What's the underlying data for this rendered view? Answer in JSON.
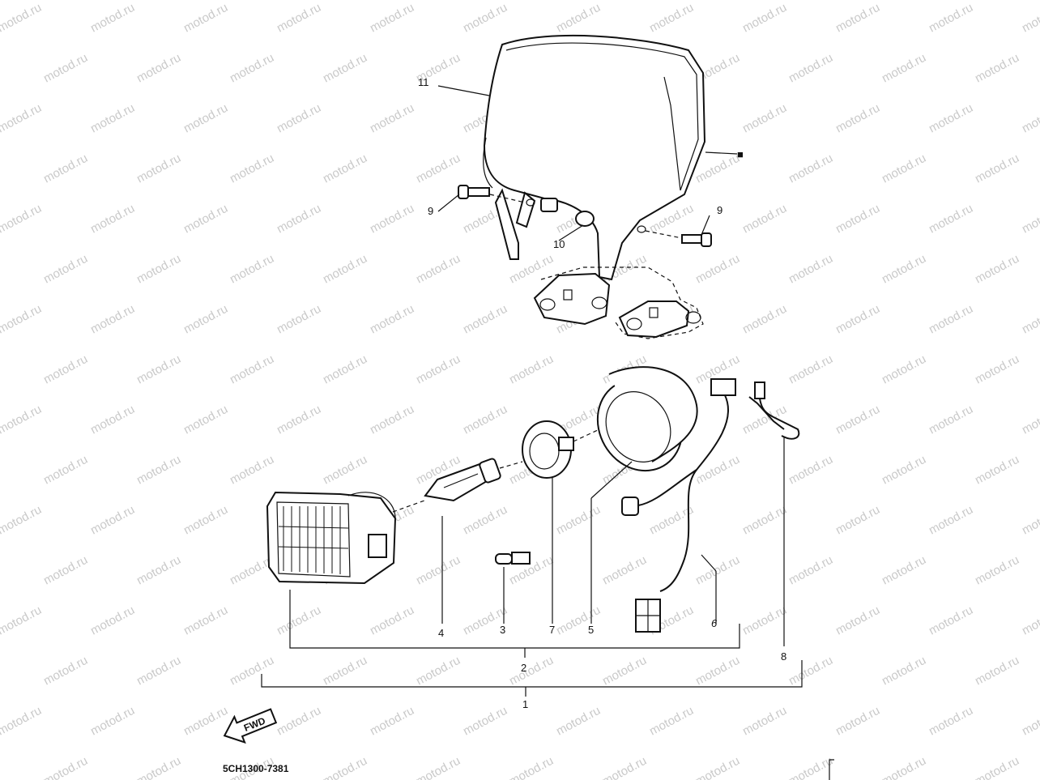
{
  "watermark": "motod.ru",
  "diagram_code": "5CH1300-7381",
  "direction_arrow": "FWD",
  "mark_symbol": "■",
  "callouts": {
    "c1": "1",
    "c2": "2",
    "c3": "3",
    "c4": "4",
    "c5": "5",
    "c6": "6",
    "c7": "7",
    "c8": "8",
    "c9a": "9",
    "c9b": "9",
    "c10": "10",
    "c11": "11"
  }
}
